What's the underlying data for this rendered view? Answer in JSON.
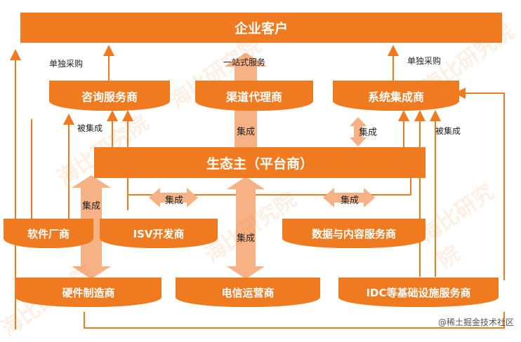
{
  "nodes": {
    "enterprise": "企业客户",
    "consulting": "咨询服务商",
    "channel": "渠道代理商",
    "si": "系统集成商",
    "ecosystem": "生态主（平台商）",
    "software": "软件厂商",
    "isv": "ISV开发商",
    "data": "数据与内容服务商",
    "hardware": "硬件制造商",
    "telecom": "电信运营商",
    "idc": "IDC等基础设施服务商"
  },
  "labels": {
    "buy_left": "单独采购",
    "buy_right": "单独采购",
    "one_stop": "一站式服务",
    "integrated_left": "被集成",
    "integrated_right": "被集成",
    "integrate_channel": "集成",
    "integrate_si": "集成",
    "integrate_hw": "集成",
    "integrate_isv": "集成",
    "integrate_data": "集成",
    "integrate_telecom": "集成"
  },
  "watermark": "海比研究院",
  "credit": "@稀土掘金技术社区",
  "colors": {
    "accent": "#f07a1f",
    "arrow": "#f6b184",
    "line": "#f07a1f"
  }
}
